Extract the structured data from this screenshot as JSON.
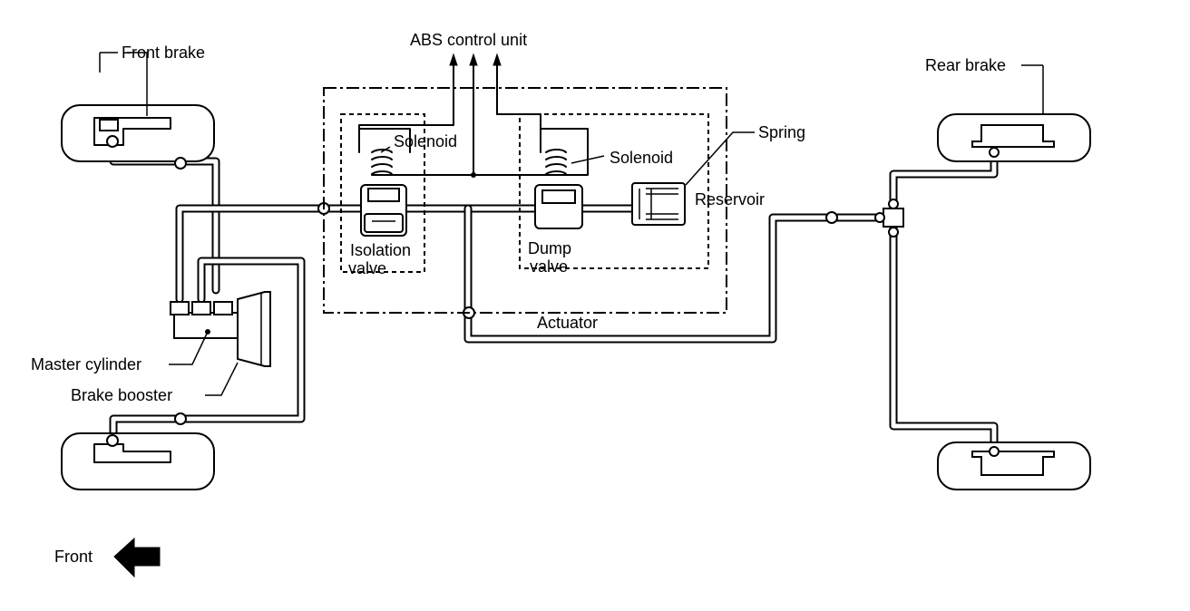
{
  "labels": {
    "abs_control_unit": "ABS control unit",
    "front_brake": "Front brake",
    "rear_brake": "Rear brake",
    "solenoid_left": "Solenoid",
    "solenoid_right": "Solenoid",
    "spring": "Spring",
    "reservoir": "Reservoir",
    "isolation_valve_line1": "Isolation",
    "isolation_valve_line2": "valve",
    "dump_valve_line1": "Dump",
    "dump_valve_line2": "valve",
    "actuator": "Actuator",
    "master_cylinder": "Master cylinder",
    "brake_booster": "Brake booster",
    "front": "Front"
  },
  "colors": {
    "line": "#000000",
    "background": "#ffffff"
  },
  "icons": {
    "front_direction": "arrow-left-icon"
  }
}
